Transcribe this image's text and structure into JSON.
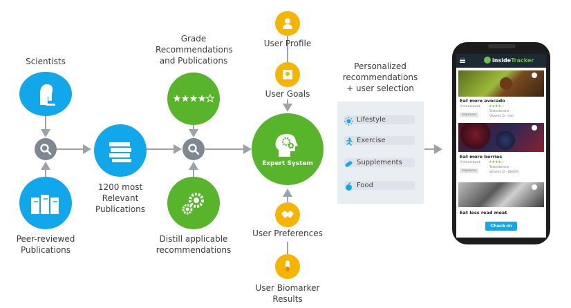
{
  "nodes": {
    "scientists": "Scientists",
    "peer_line1": "Peer-reviewed",
    "peer_line2": "Publications",
    "relevant_line1": "1200 most",
    "relevant_line2": "Relevant",
    "relevant_line3": "Publications",
    "grade_line1": "Grade",
    "grade_line2": "Recommendations",
    "grade_line3": "and Publications",
    "distill_line1": "Distill applicable",
    "distill_line2": "recommendations",
    "user_profile": "User Profile",
    "user_goals": "User Goals",
    "expert_system": "Expert System",
    "user_preferences": "User Preferences",
    "biomarker_line1": "User Biomarker",
    "biomarker_line2": "Results",
    "personalized_line1": "Personalized",
    "personalized_line2": "recommendations",
    "personalized_line3": "+ user selection"
  },
  "categories": [
    {
      "label": "Lifestyle",
      "icon": "sun-icon"
    },
    {
      "label": "Exercise",
      "icon": "runner-icon"
    },
    {
      "label": "Supplements",
      "icon": "pill-icon"
    },
    {
      "label": "Food",
      "icon": "apple-icon"
    }
  ],
  "colors": {
    "blue": "#12a7ea",
    "green": "#58b52b",
    "gray": "#7d8891",
    "yellow": "#f5b400",
    "panel": "#e9eef2"
  },
  "phone": {
    "brand_prefix": "inside",
    "brand_suffix": "Tracker",
    "cards": [
      {
        "title": "Eat more avocado",
        "freq": "3 times/week",
        "improves": "Improves",
        "markers": [
          "Testosterone",
          "Vitamin D · Iron"
        ]
      },
      {
        "title": "Eat more berries",
        "freq": "3 times/week",
        "improves": "Improves",
        "markers": [
          "Testosterone",
          "Vitamin D · DHEAS"
        ]
      },
      {
        "title": "Eat less read meat",
        "freq": "",
        "improves": "",
        "markers": []
      }
    ],
    "checkin": "Check-in"
  }
}
